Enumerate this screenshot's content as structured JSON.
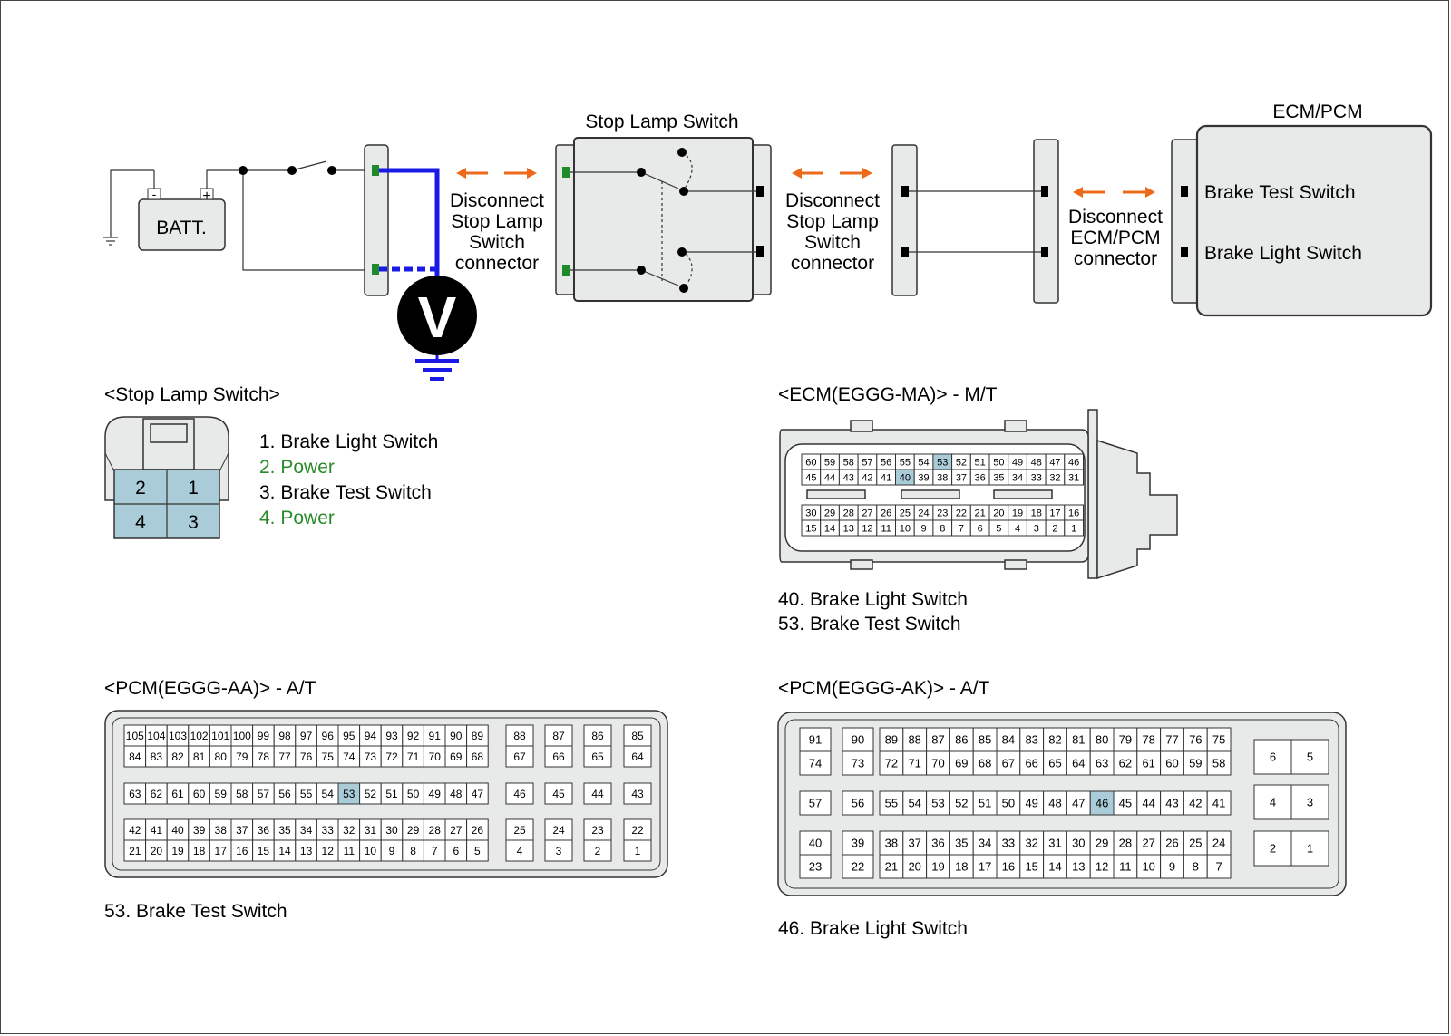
{
  "colors": {
    "panel_fill": "#e8eaea",
    "panel_stroke": "#333333",
    "highlight": "#a9ccd8",
    "pin_green": "#1f8a2a",
    "wire_blue": "#1a1ae6",
    "arrow_orange": "#ee6a1b",
    "power_text": "#2b8a2b",
    "voltmeter_fill": "#000000"
  },
  "circuit": {
    "battery_label": "BATT.",
    "battery_minus": "-",
    "battery_plus": "+",
    "voltmeter_label": "V",
    "stop_lamp_switch_title": "Stop Lamp Switch",
    "ecm_title": "ECM/PCM",
    "disconnect_1": [
      "Disconnect",
      "Stop Lamp",
      "Switch",
      "connector"
    ],
    "disconnect_2": [
      "Disconnect",
      "Stop Lamp",
      "Switch",
      "connector"
    ],
    "disconnect_3": [
      "Disconnect",
      "ECM/PCM",
      "connector"
    ],
    "ecm_inputs": [
      "Brake Test Switch",
      "Brake Light Switch"
    ]
  },
  "stop_lamp_connector": {
    "title": "<Stop Lamp Switch>",
    "pins_top": [
      "2",
      "1"
    ],
    "pins_bottom": [
      "4",
      "3"
    ],
    "legend": [
      {
        "text": "1. Brake Light Switch",
        "power": false
      },
      {
        "text": "2. Power",
        "power": true
      },
      {
        "text": "3. Brake Test Switch",
        "power": false
      },
      {
        "text": "4. Power",
        "power": true
      }
    ]
  },
  "ecm_ma": {
    "title": "<ECM(EGGG-MA)> - M/T",
    "rows": [
      [
        "60",
        "59",
        "58",
        "57",
        "56",
        "55",
        "54",
        "53",
        "52",
        "51",
        "50",
        "49",
        "48",
        "47",
        "46"
      ],
      [
        "45",
        "44",
        "43",
        "42",
        "41",
        "40",
        "39",
        "38",
        "37",
        "36",
        "35",
        "34",
        "33",
        "32",
        "31"
      ],
      [
        "30",
        "29",
        "28",
        "27",
        "26",
        "25",
        "24",
        "23",
        "22",
        "21",
        "20",
        "19",
        "18",
        "17",
        "16"
      ],
      [
        "15",
        "14",
        "13",
        "12",
        "11",
        "10",
        "9",
        "8",
        "7",
        "6",
        "5",
        "4",
        "3",
        "2",
        "1"
      ]
    ],
    "highlighted": [
      "53",
      "40"
    ],
    "notes": [
      "40. Brake Light Switch",
      "53. Brake Test Switch"
    ]
  },
  "pcm_aa": {
    "title": "<PCM(EGGG-AA)> - A/T",
    "main_rows": [
      [
        "105",
        "104",
        "103",
        "102",
        "101",
        "100",
        "99",
        "98",
        "97",
        "96",
        "95",
        "94",
        "93",
        "92",
        "91",
        "90",
        "89"
      ],
      [
        "84",
        "83",
        "82",
        "81",
        "80",
        "79",
        "78",
        "77",
        "76",
        "75",
        "74",
        "73",
        "72",
        "71",
        "70",
        "69",
        "68"
      ],
      [
        "63",
        "62",
        "61",
        "60",
        "59",
        "58",
        "57",
        "56",
        "55",
        "54",
        "53",
        "52",
        "51",
        "50",
        "49",
        "48",
        "47"
      ],
      [
        "42",
        "41",
        "40",
        "39",
        "38",
        "37",
        "36",
        "35",
        "34",
        "33",
        "32",
        "31",
        "30",
        "29",
        "28",
        "27",
        "26"
      ],
      [
        "21",
        "20",
        "19",
        "18",
        "17",
        "16",
        "15",
        "14",
        "13",
        "12",
        "11",
        "10",
        "9",
        "8",
        "7",
        "6",
        "5"
      ]
    ],
    "side_rows": [
      [
        "88",
        "87",
        "86",
        "85"
      ],
      [
        "67",
        "66",
        "65",
        "64"
      ],
      [
        "46",
        "45",
        "44",
        "43"
      ],
      [
        "25",
        "24",
        "23",
        "22"
      ],
      [
        "4",
        "3",
        "2",
        "1"
      ]
    ],
    "highlighted": [
      "53"
    ],
    "note": "53. Brake Test Switch"
  },
  "pcm_ak": {
    "title": "<PCM(EGGG-AK)> - A/T",
    "left_cols": [
      [
        "91",
        "74"
      ],
      [
        "90",
        "73"
      ],
      [
        "57"
      ],
      [
        "56"
      ],
      [
        "40",
        "23"
      ],
      [
        "39",
        "22"
      ]
    ],
    "main_rows": [
      [
        "89",
        "88",
        "87",
        "86",
        "85",
        "84",
        "83",
        "82",
        "81",
        "80",
        "79",
        "78",
        "77",
        "76",
        "75"
      ],
      [
        "72",
        "71",
        "70",
        "69",
        "68",
        "67",
        "66",
        "65",
        "64",
        "63",
        "62",
        "61",
        "60",
        "59",
        "58"
      ],
      [
        "55",
        "54",
        "53",
        "52",
        "51",
        "50",
        "49",
        "48",
        "47",
        "46",
        "45",
        "44",
        "43",
        "42",
        "41"
      ],
      [
        "38",
        "37",
        "36",
        "35",
        "34",
        "33",
        "32",
        "31",
        "30",
        "29",
        "28",
        "27",
        "26",
        "25",
        "24"
      ],
      [
        "21",
        "20",
        "19",
        "18",
        "17",
        "16",
        "15",
        "14",
        "13",
        "12",
        "11",
        "10",
        "9",
        "8",
        "7"
      ]
    ],
    "right_pairs": [
      [
        "6",
        "5"
      ],
      [
        "4",
        "3"
      ],
      [
        "2",
        "1"
      ]
    ],
    "highlighted": [
      "46"
    ],
    "note": "46. Brake Light Switch"
  }
}
